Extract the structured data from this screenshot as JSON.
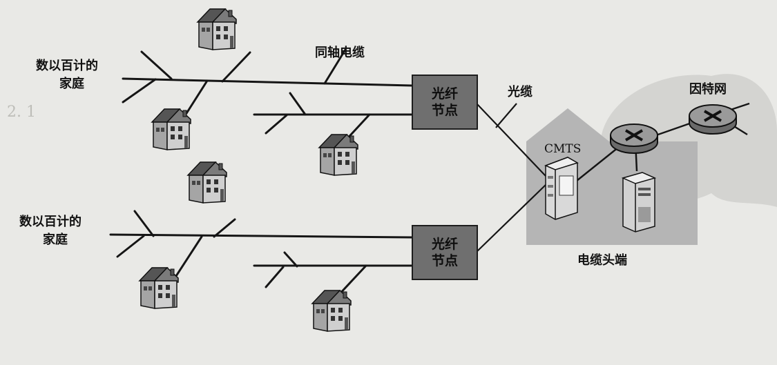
{
  "labels": {
    "homes_top_line1": "数以百计的",
    "homes_top_line2": "家庭",
    "homes_bottom_line1": "数以百计的",
    "homes_bottom_line2": "家庭",
    "coax_cable": "同轴电缆",
    "fiber_cable": "光缆",
    "fiber_node_top_line1": "光纤",
    "fiber_node_top_line2": "节点",
    "fiber_node_bottom_line1": "光纤",
    "fiber_node_bottom_line2": "节点",
    "cmts": "CMTS",
    "cable_headend": "电缆头端",
    "internet": "因特网"
  },
  "colors": {
    "background": "#e9e9e6",
    "line": "#151515",
    "node_fill": "#6f6f6f",
    "headend_fill": "#b5b5b5",
    "cloud_fill": "#d4d4d1"
  },
  "icons": {
    "house": "house-icon",
    "router": "router-icon",
    "server": "server-tower-icon",
    "cmts": "cmts-rack-icon"
  }
}
